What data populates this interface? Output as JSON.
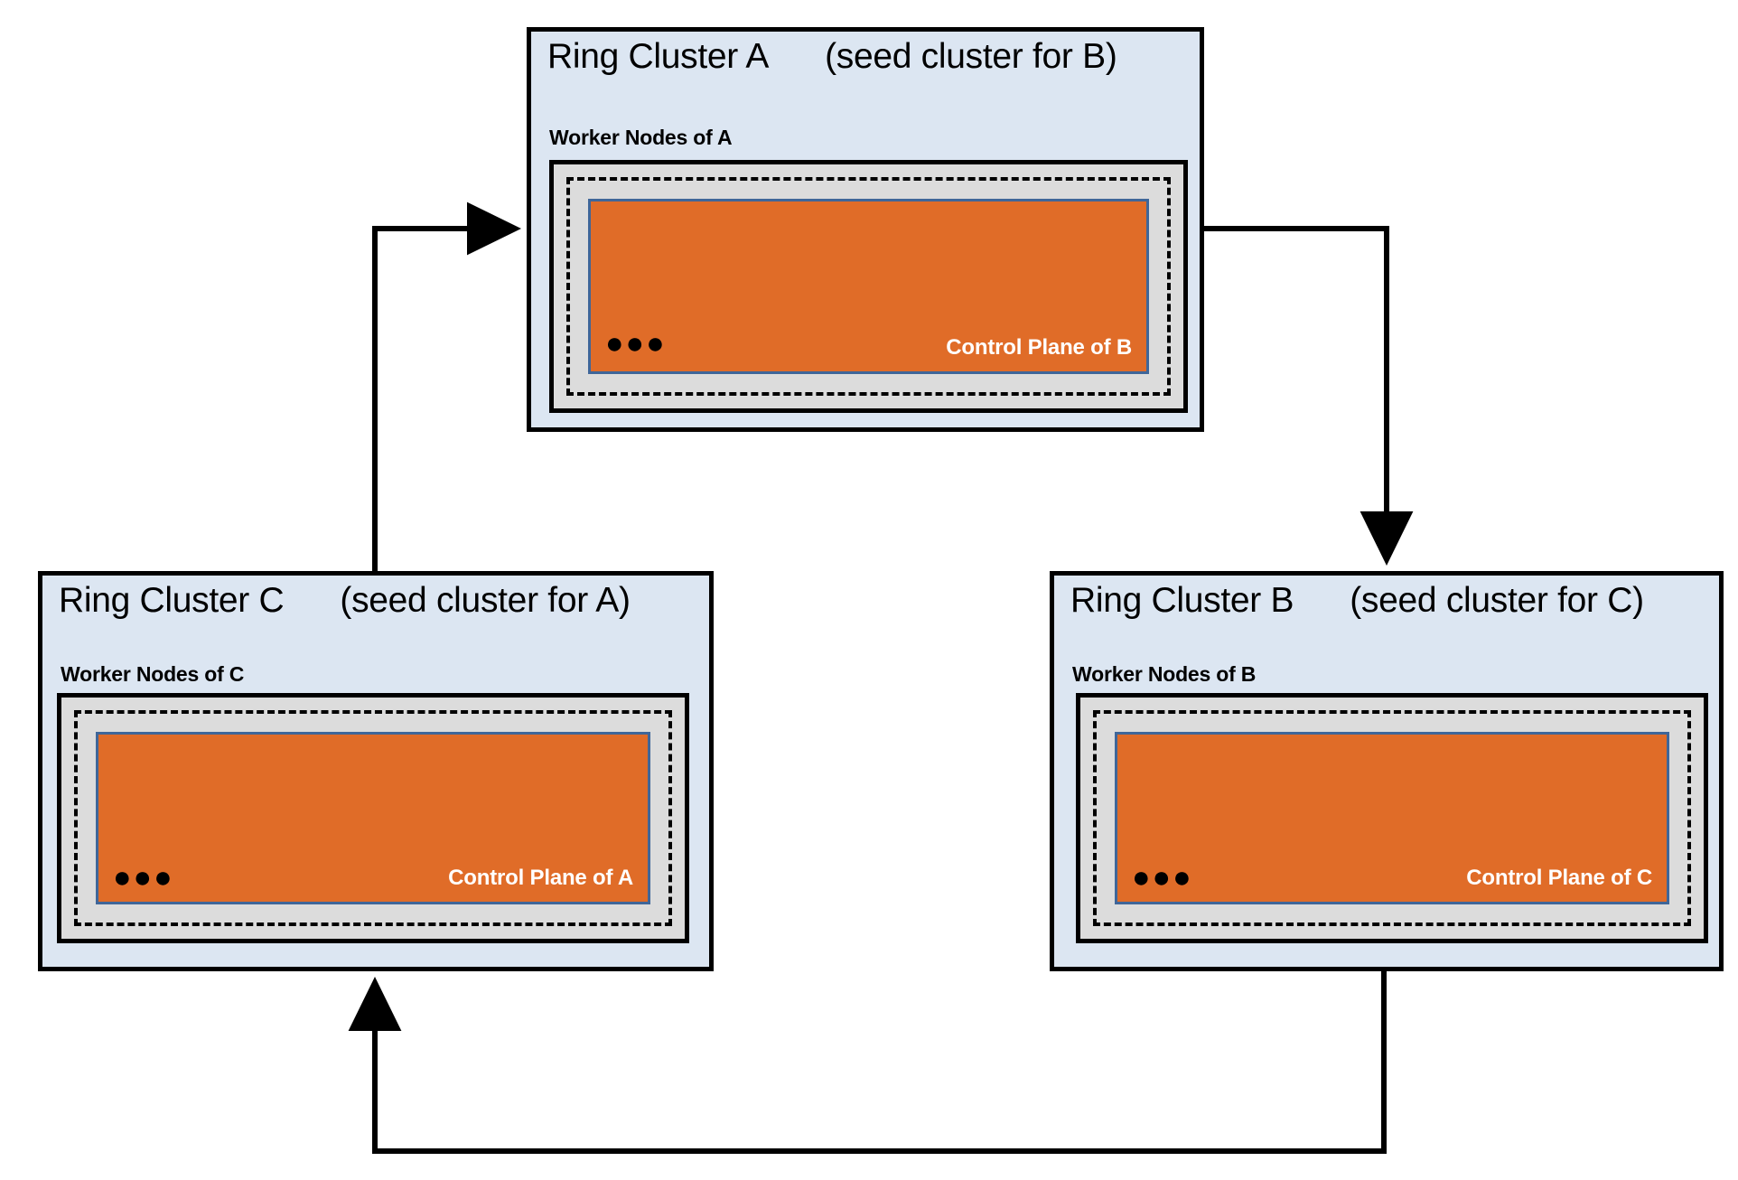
{
  "diagram": {
    "title": "Ring cluster topology with seed cluster relationships",
    "colors": {
      "cluster_fill": "#dce6f2",
      "worker_fill": "#dcdcdc",
      "control_plane_fill": "#e06c28",
      "control_plane_border": "#3f6699",
      "outline": "#000000"
    }
  },
  "clusters": [
    {
      "id": "a",
      "name": "Ring Cluster A",
      "seed_note": "(seed cluster for B)",
      "worker_label": "Worker Nodes of A",
      "control_plane_label": "Control Plane of B",
      "dots": "●●●"
    },
    {
      "id": "c",
      "name": "Ring Cluster C",
      "seed_note": "(seed cluster for A)",
      "worker_label": "Worker Nodes of C",
      "control_plane_label": "Control Plane of A",
      "dots": "●●●"
    },
    {
      "id": "b",
      "name": "Ring Cluster B",
      "seed_note": "(seed cluster for C)",
      "worker_label": "Worker Nodes of B",
      "control_plane_label": "Control Plane of C",
      "dots": "●●●"
    }
  ],
  "connections": [
    {
      "id": "c-to-a",
      "from": "Ring Cluster C",
      "to": "Ring Cluster A"
    },
    {
      "id": "a-to-b",
      "from": "Ring Cluster A",
      "to": "Ring Cluster B"
    },
    {
      "id": "b-to-c",
      "from": "Ring Cluster B",
      "to": "Ring Cluster C"
    }
  ]
}
